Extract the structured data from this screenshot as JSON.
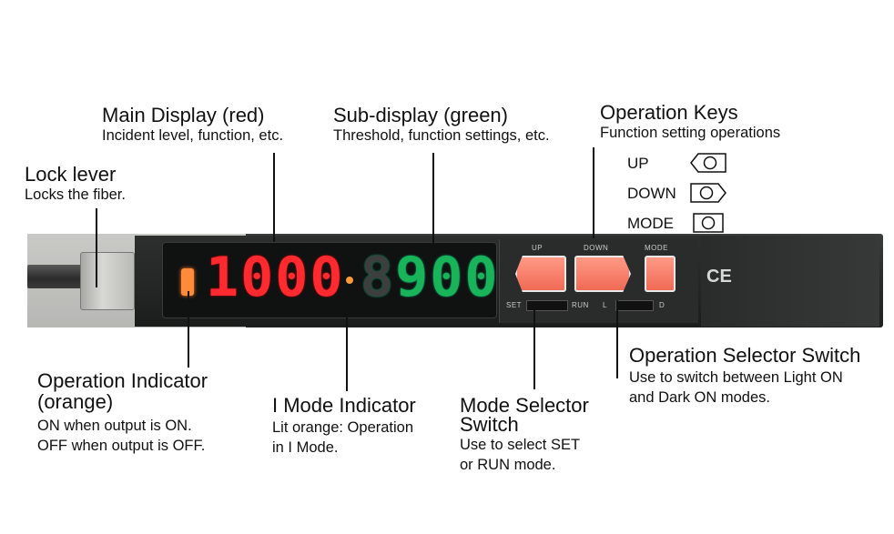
{
  "callouts": {
    "lock_lever": {
      "title": "Lock lever",
      "desc": "Locks the fiber."
    },
    "main_display": {
      "title": "Main Display (red)",
      "desc": "Incident level, function, etc."
    },
    "sub_display": {
      "title": "Sub-display (green)",
      "desc": "Threshold, function settings, etc."
    },
    "operation_keys": {
      "title": "Operation Keys",
      "desc": "Function setting operations",
      "keys": [
        "UP",
        "DOWN",
        "MODE"
      ]
    },
    "operation_indicator": {
      "title_1": "Operation Indicator",
      "title_2": "(orange)",
      "desc_1": "ON when output is ON.",
      "desc_2": "OFF when output is OFF."
    },
    "i_mode_indicator": {
      "title": "I Mode Indicator",
      "desc_1": "Lit orange: Operation",
      "desc_2": "in I Mode."
    },
    "mode_selector": {
      "title_1": "Mode Selector",
      "title_2": "Switch",
      "desc_1": "Use to select SET",
      "desc_2": "or RUN mode."
    },
    "operation_selector": {
      "title": "Operation Selector Switch",
      "desc_1": "Use to switch between Light ON",
      "desc_2": "and Dark ON modes."
    }
  },
  "device": {
    "main_display_value": "1000",
    "sub_display_value": "900",
    "panel_labels": {
      "up": "UP",
      "down": "DOWN",
      "mode": "MODE",
      "set": "SET",
      "run": "RUN",
      "l": "L",
      "d": "D"
    },
    "mark": "CE",
    "colors": {
      "main_display": "#ff2a30",
      "sub_display": "#19b35a",
      "indicator": "#ff8a3a",
      "keys": "#f06a55"
    }
  }
}
